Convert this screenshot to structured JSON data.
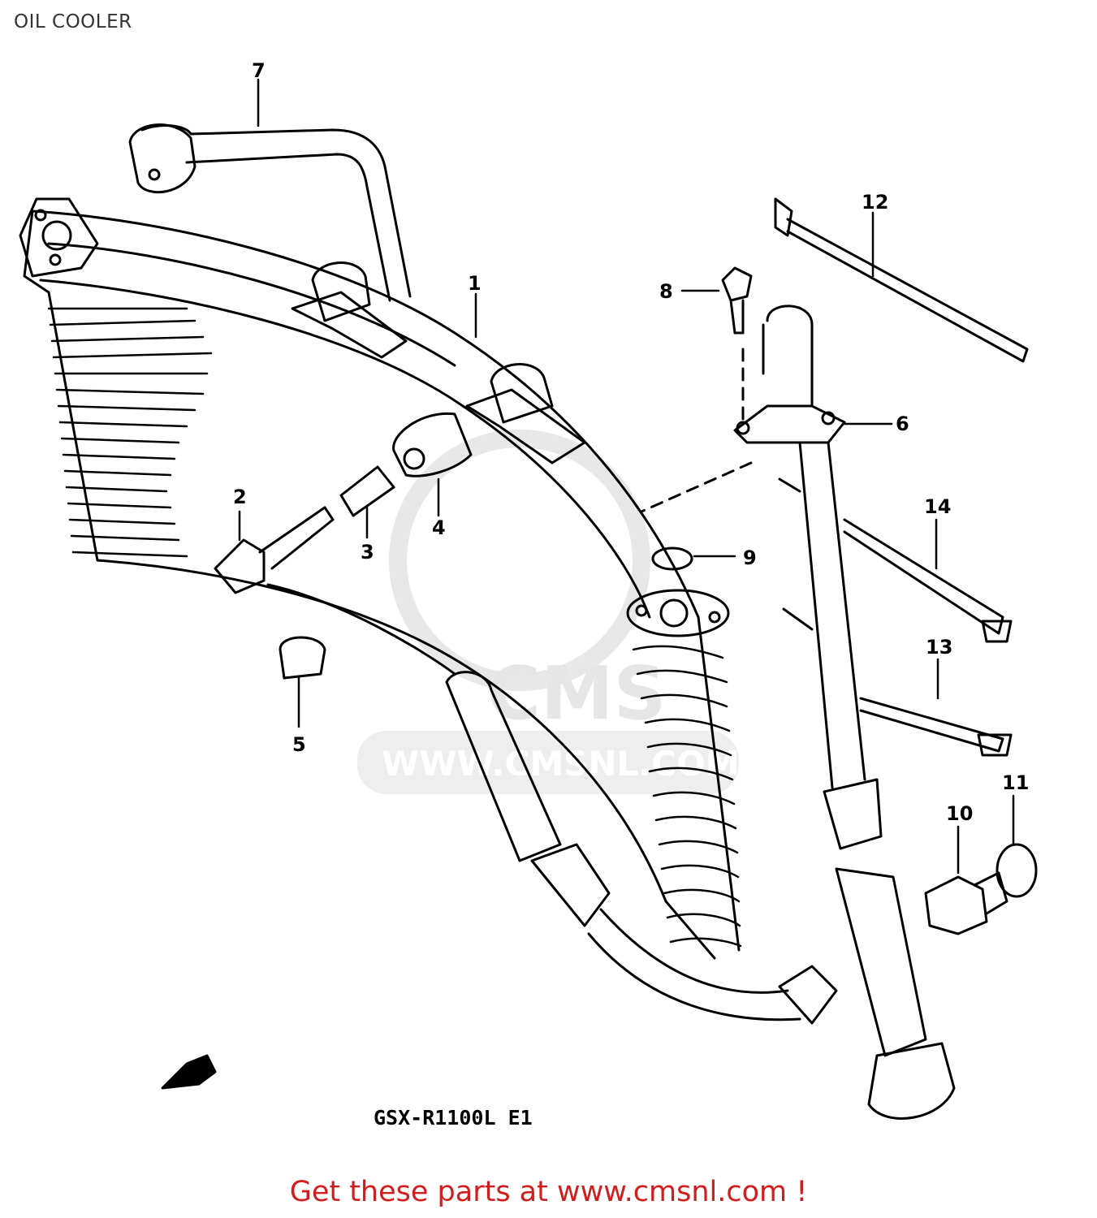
{
  "header": {
    "title": "OIL COOLER"
  },
  "callouts": [
    {
      "num": "1"
    },
    {
      "num": "2"
    },
    {
      "num": "3"
    },
    {
      "num": "4"
    },
    {
      "num": "5"
    },
    {
      "num": "6"
    },
    {
      "num": "7"
    },
    {
      "num": "8"
    },
    {
      "num": "9"
    },
    {
      "num": "10"
    },
    {
      "num": "11"
    },
    {
      "num": "12"
    },
    {
      "num": "13"
    },
    {
      "num": "14"
    }
  ],
  "model_code": "GSX-R1100L E1",
  "watermark": {
    "brand": "CMS",
    "url": "WWW.CMSNL.COM"
  },
  "footer": {
    "link_text": "Get these parts at www.cmsnl.com !"
  },
  "colors": {
    "footer_link": "#d21d1d",
    "watermark": "#e4e4e4",
    "line": "#000000"
  }
}
